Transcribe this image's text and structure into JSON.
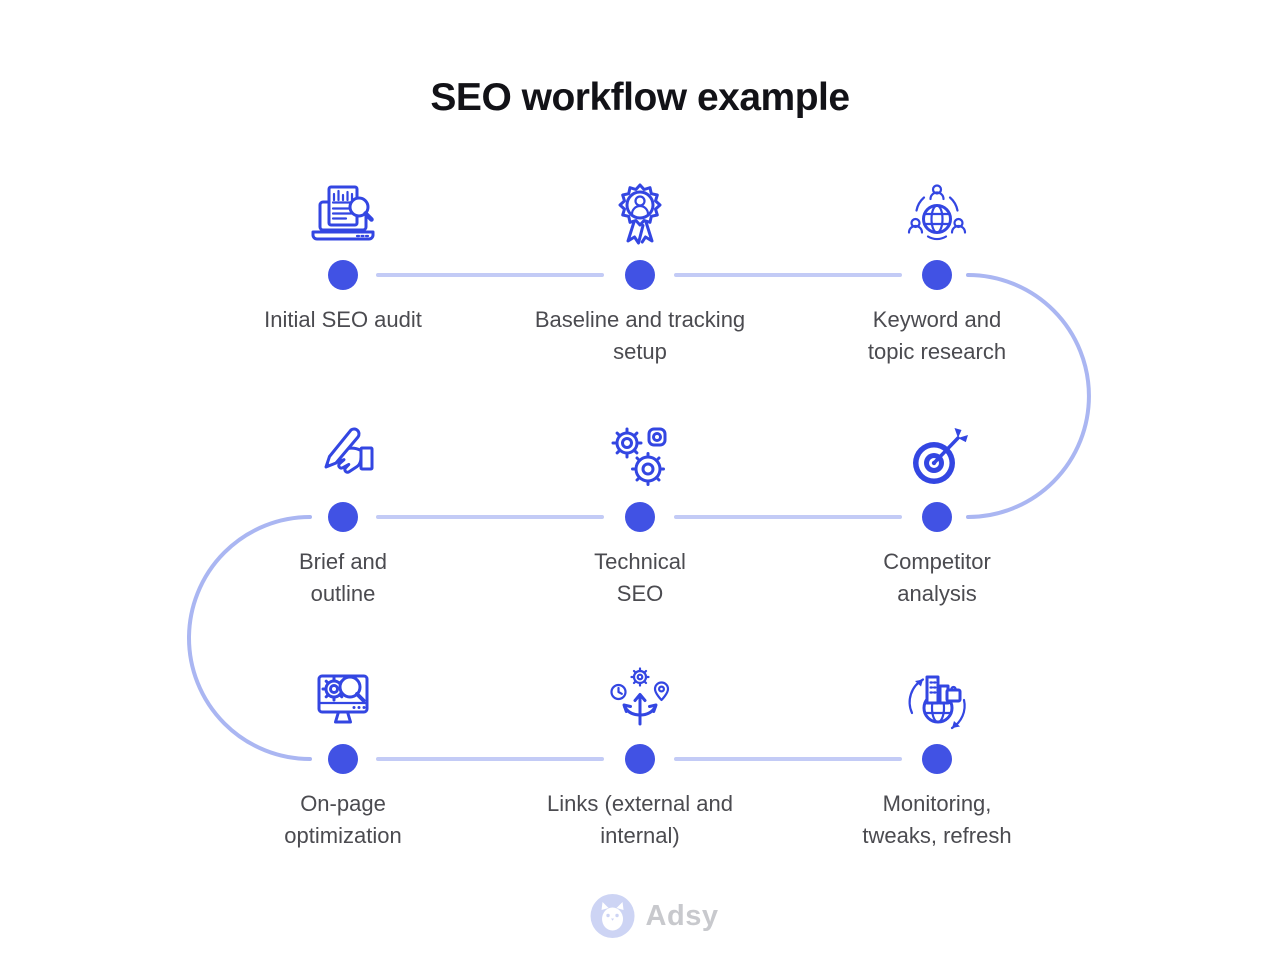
{
  "title": "SEO workflow example",
  "steps": [
    {
      "id": "initial-seo-audit",
      "label": "Initial SEO audit",
      "icon": "laptop-report-magnifier-icon"
    },
    {
      "id": "baseline-tracking",
      "label": "Baseline and tracking\nsetup",
      "icon": "award-badge-person-icon"
    },
    {
      "id": "keyword-topic-research",
      "label": "Keyword and\ntopic research",
      "icon": "globe-people-icon"
    },
    {
      "id": "brief-outline",
      "label": "Brief and\noutline",
      "icon": "hand-writing-pen-icon"
    },
    {
      "id": "technical-seo",
      "label": "Technical\nSEO",
      "icon": "gears-icon"
    },
    {
      "id": "competitor-analysis",
      "label": "Competitor\nanalysis",
      "icon": "target-arrow-icon"
    },
    {
      "id": "onpage-optimization",
      "label": "On-page\noptimization",
      "icon": "monitor-gear-magnifier-icon"
    },
    {
      "id": "links",
      "label": "Links (external and\ninternal)",
      "icon": "branching-arrows-icon"
    },
    {
      "id": "monitoring",
      "label": "Monitoring,\ntweaks, refresh",
      "icon": "globe-buildings-refresh-icon"
    }
  ],
  "logo": {
    "brand": "Adsy"
  },
  "colors": {
    "accent": "#3346e2",
    "node": "#4152e4",
    "line": "#c3cbf6",
    "curve": "#aab6f2",
    "title_text": "#121217",
    "label_text": "#4b4b50",
    "logo_circle": "#cdd4f4",
    "logo_text": "#c8c9cd",
    "background": "#ffffff"
  }
}
